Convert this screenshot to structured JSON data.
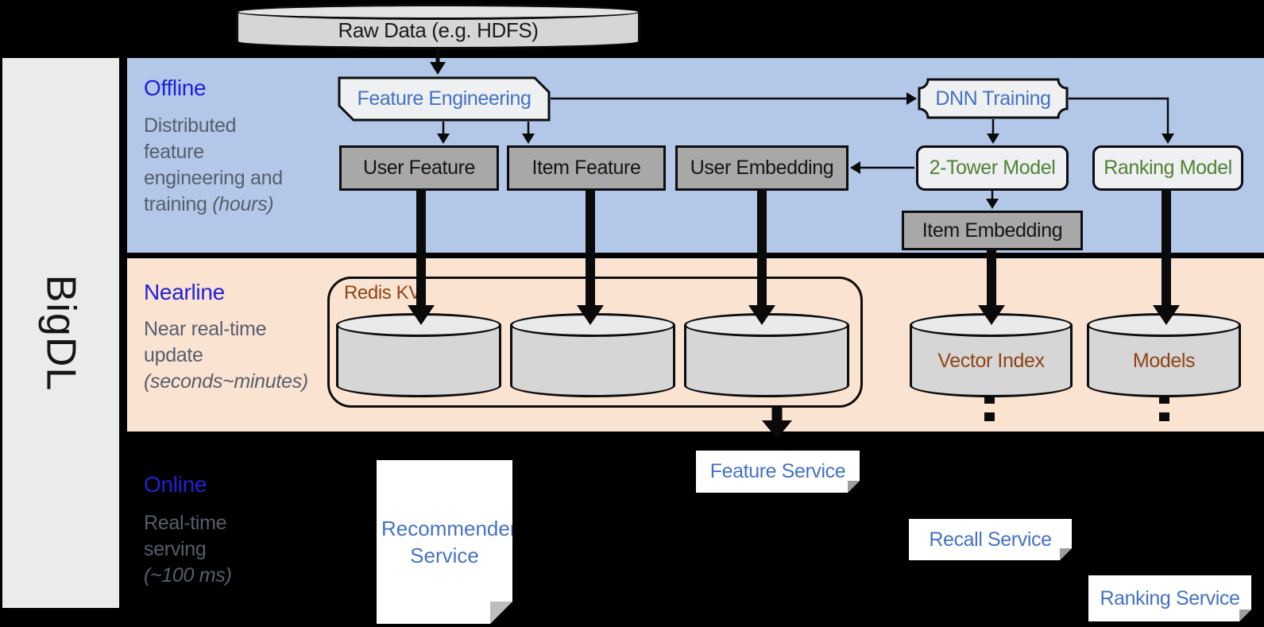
{
  "sidebar": {
    "brand": "BigDL"
  },
  "raw_data": {
    "label": "Raw Data (e.g. HDFS)"
  },
  "sections": {
    "offline": {
      "title": "Offline",
      "line1": "Distributed",
      "line2": "feature",
      "line3": "engineering and",
      "line4": "training ",
      "line4_italic": "(hours)"
    },
    "nearline": {
      "title": "Nearline",
      "line1": "Near real-time",
      "line2": "update",
      "line3_italic": "(seconds~minutes)"
    },
    "online": {
      "title": "Online",
      "line1": "Real-time",
      "line2": "serving",
      "line3_italic": "(~100 ms)"
    }
  },
  "offline_boxes": {
    "feature_engineering": "Feature Engineering",
    "dnn_training": "DNN Training",
    "user_feature": "User Feature",
    "item_feature": "Item Feature",
    "user_embedding": "User Embedding",
    "two_tower_model": "2-Tower Model",
    "ranking_model": "Ranking Model",
    "item_embedding": "Item Embedding"
  },
  "nearline_items": {
    "redis_kv": "Redis KV",
    "vector_index": "Vector Index",
    "models": "Models"
  },
  "online_services": {
    "recommender": "Recommender Service",
    "feature": "Feature Service",
    "recall": "Recall Service",
    "ranking": "Ranking Service"
  },
  "colors": {
    "offline_band": "#b3c7e9",
    "nearline_band": "#fbe3d2",
    "section_title_blue": "#2121d6",
    "description_gray": "#575e6c",
    "box_label_blue": "#4472c4",
    "model_label_green": "#538135",
    "storage_label_brown": "#8f4413",
    "gray_box_fill": "#a8a8a8",
    "light_box_fill": "#eef0f2",
    "background": "#000000"
  }
}
